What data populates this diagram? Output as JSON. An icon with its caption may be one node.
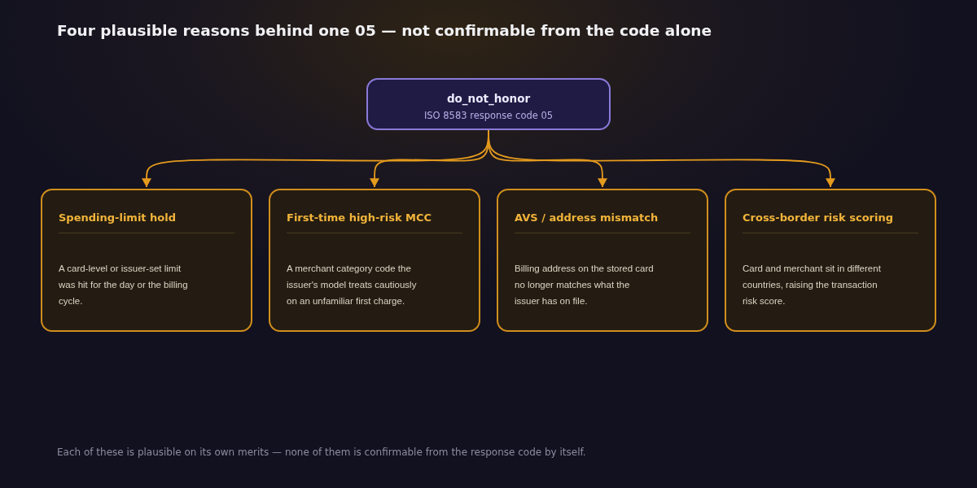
{
  "diagram": {
    "title": "Four plausible reasons behind one 05 — not confirmable from the code alone",
    "caption": "Each of these is plausible on its own merits — none of them is confirmable from the response code by itself.",
    "nodes": [
      {
        "text": [
          "do_not_honor",
          "ISO 8583 response code 05"
        ]
      },
      {
        "text": [
          "Spending-limit hold",
          "A card-level or issuer-set limit was hit for the day or the billing cycle."
        ]
      },
      {
        "text": [
          "First-time high-risk MCC",
          "A merchant category code the issuer's model treats cautiously on an unfamiliar first charge."
        ]
      },
      {
        "text": [
          "AVS / address mismatch",
          "Billing address on the stored card no longer matches what the issuer has on file."
        ]
      },
      {
        "text": [
          "Cross-border risk scoring",
          "Card and merchant sit in different countries, raising the transaction risk score."
        ]
      }
    ],
    "edges": [
      {
        "from": 0,
        "to": 1,
        "arrow": "to"
      },
      {
        "from": 0,
        "to": 2,
        "arrow": "to"
      },
      {
        "from": 0,
        "to": 3,
        "arrow": "to"
      },
      {
        "from": 0,
        "to": 4,
        "arrow": "to"
      }
    ]
  }
}
